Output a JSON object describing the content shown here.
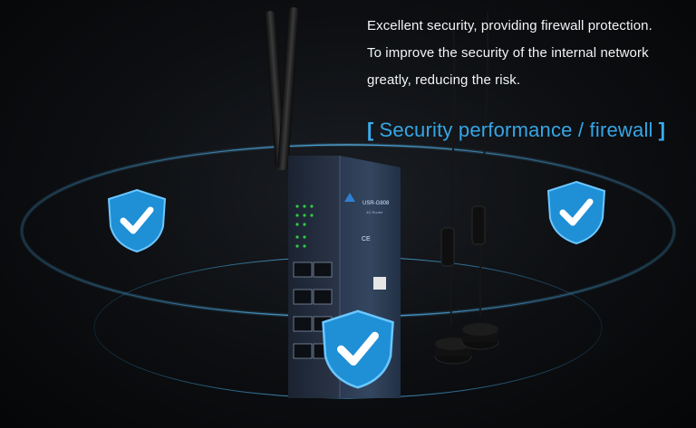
{
  "description_lines": [
    "Excellent security, providing firewall protection.",
    "To improve the security of the internal network",
    "greatly, reducing the risk."
  ],
  "headline": {
    "open_bracket": "[",
    "title": "Security performance / firewall",
    "close_bracket": "]"
  },
  "device": {
    "model_label": "USR-G808",
    "sub_label": "4G Router",
    "ce_mark": "CE"
  },
  "icons": [
    "shield-check-icon",
    "antenna-icon",
    "router-device"
  ],
  "colors": {
    "accent": "#35a6e6",
    "shield_blue": "#1f8fd6",
    "ring": "#3aa0d8",
    "background": "#0c0e11"
  }
}
